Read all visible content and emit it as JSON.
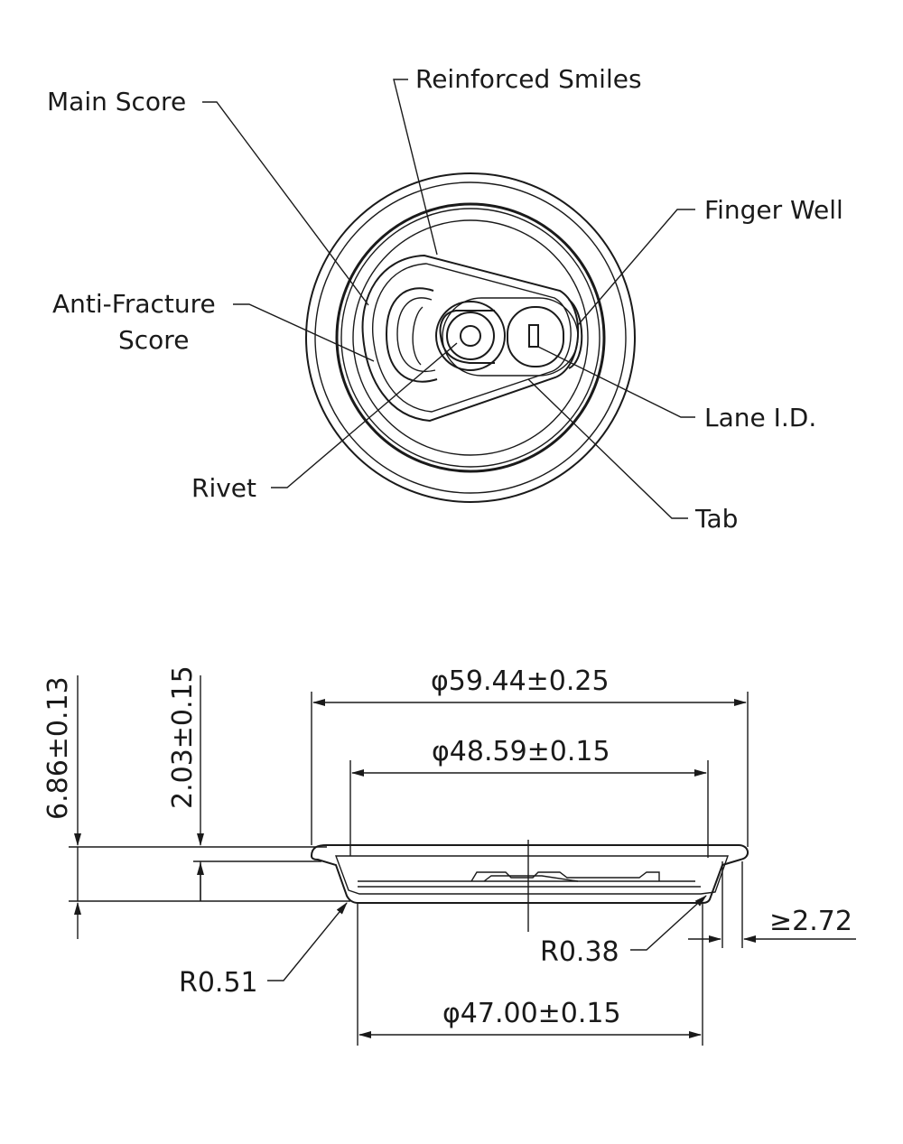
{
  "labels": {
    "main_score": "Main Score",
    "reinforced_smiles": "Reinforced Smiles",
    "finger_well": "Finger Well",
    "anti_fracture_line1": "Anti-Fracture",
    "anti_fracture_line2": "Score",
    "lane_id": "Lane I.D.",
    "rivet": "Rivet",
    "tab": "Tab"
  },
  "dimensions": {
    "outer_diameter": "φ59.44±0.25",
    "panel_diameter": "φ48.59±0.15",
    "base_diameter": "φ47.00±0.15",
    "total_height": "6.86±0.13",
    "countersink_depth": "2.03±0.15",
    "radius_left": "R0.51",
    "radius_right": "R0.38",
    "flange_width": "≥2.72"
  }
}
